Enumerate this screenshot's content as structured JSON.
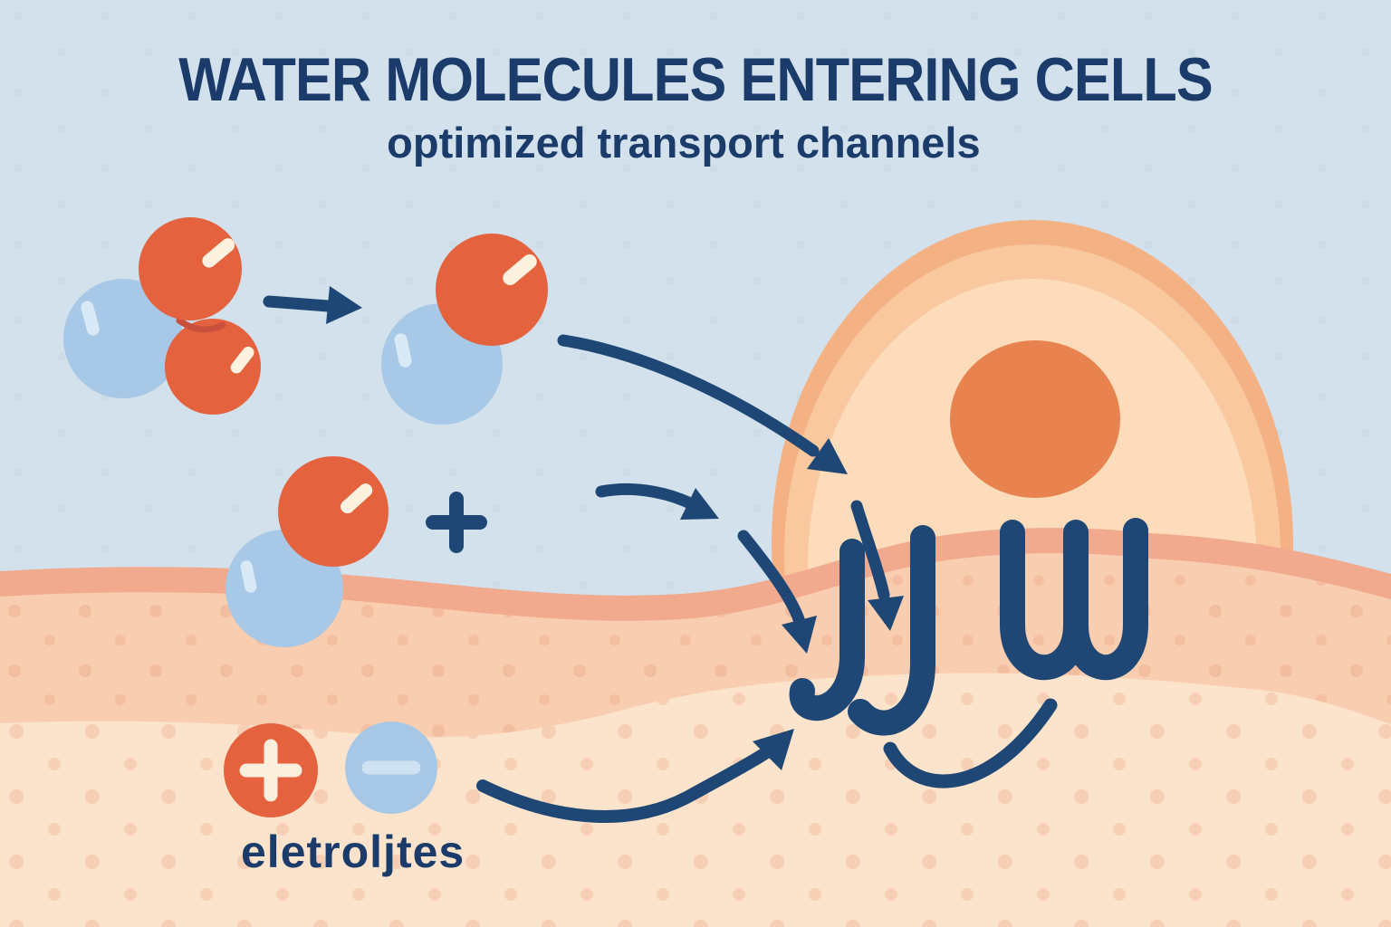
{
  "header": {
    "title": "WATER MOLECULES ENTERING CELLS",
    "subtitle": "optimized transport channels"
  },
  "labels": {
    "electrolytes": "eletroljtes",
    "plus_symbol": "+",
    "minus_symbol": "−"
  },
  "icons": {
    "water_molecule": "cluster of red and blue atom spheres",
    "cell": "large peach cell with orange nucleus",
    "membrane": "salmon wavy membrane band over tissue layers",
    "transport_channel_double": "navy double-J membrane channel",
    "transport_channel_triple": "navy triple-U (W-shaped) membrane channel",
    "positive_ion": "red circle with plus sign",
    "negative_ion": "blue circle with minus sign",
    "flow_arrow": "navy curved arrow showing water flow into cell"
  },
  "colors": {
    "sky": "#d2e1eb",
    "skyDot": "#c5d8e4",
    "navy": "#1e4776",
    "textNavy": "#1b3c6b",
    "red": "#e5623f",
    "redDark": "#c9503c",
    "redHighlight": "#fdf2e0",
    "blueSphere": "#a7c8e6",
    "blueHighlight": "#d9e9f5",
    "minusCircle": "#a6c8e6",
    "minusGlyph": "#cfe2f2",
    "plusGlyph": "#faeedd",
    "cellRim": "#f4b184",
    "cellMid": "#f9c89e",
    "cellInner": "#fcdcba",
    "nucleus": "#e8824e",
    "membrane": "#f1aa8d",
    "tissueUpper": "#f9cdb0",
    "tissueUpperDot": "#f2bb9c",
    "tissueLower": "#fce3cb",
    "tissueLowerDot": "#f6ccb1"
  }
}
